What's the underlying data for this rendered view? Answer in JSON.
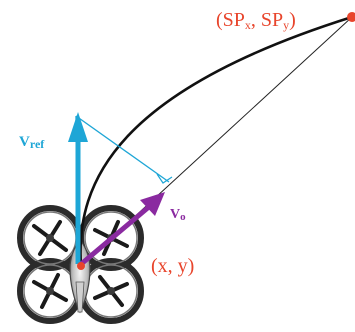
{
  "labels": {
    "setpoint_main": "(SP",
    "setpoint_x_sub": "x",
    "setpoint_mid": ", SP",
    "setpoint_y_sub": "y",
    "setpoint_close": ")",
    "vref_main": "V",
    "vref_sub": "ref",
    "vo_main": "V",
    "vo_sub": "o",
    "position": "(x, y)"
  },
  "colors": {
    "point_red": "#e8452c",
    "vref_cyan": "#1ea6d6",
    "vo_purple": "#8a2aa0",
    "curve_black": "#111111",
    "drone_dark": "#2b2b2b",
    "drone_silver": "#bdbdbd"
  },
  "icons": {
    "drone": "quadcopter-icon"
  }
}
